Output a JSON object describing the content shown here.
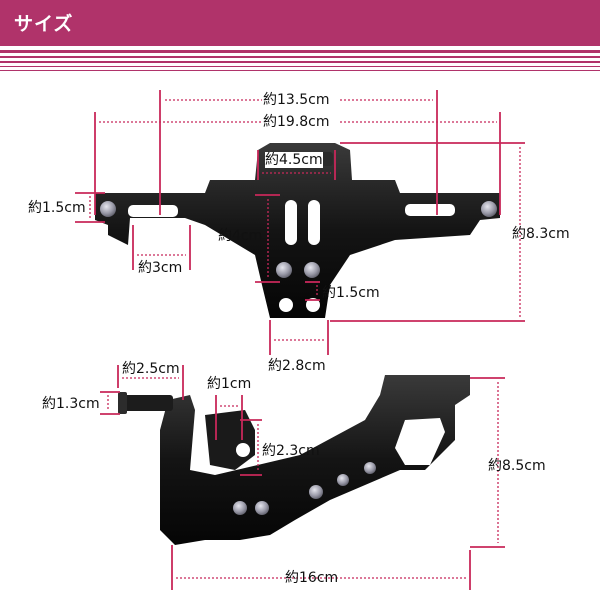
{
  "header": {
    "title": "サイズ",
    "color": "#b0336a"
  },
  "dimensions": {
    "top_width_inner": "約13.5cm",
    "top_width_outer": "約19.8cm",
    "top_center_width": "約4.5cm",
    "top_side_height": "約1.5cm",
    "top_slot_width": "約3cm",
    "top_mid_height": "約4cm",
    "top_total_height": "約8.3cm",
    "top_bottom_hole": "約1.5cm",
    "top_bottom_width": "約2.8cm",
    "side_bolt_length": "約2.5cm",
    "side_bolt_diameter": "約1.3cm",
    "side_hole_width": "約1cm",
    "side_hole_height": "約2.3cm",
    "side_total_height": "約8.5cm",
    "side_total_length": "約16cm"
  },
  "colors": {
    "dimension_line": "#c8285a",
    "bracket": "#111111"
  }
}
